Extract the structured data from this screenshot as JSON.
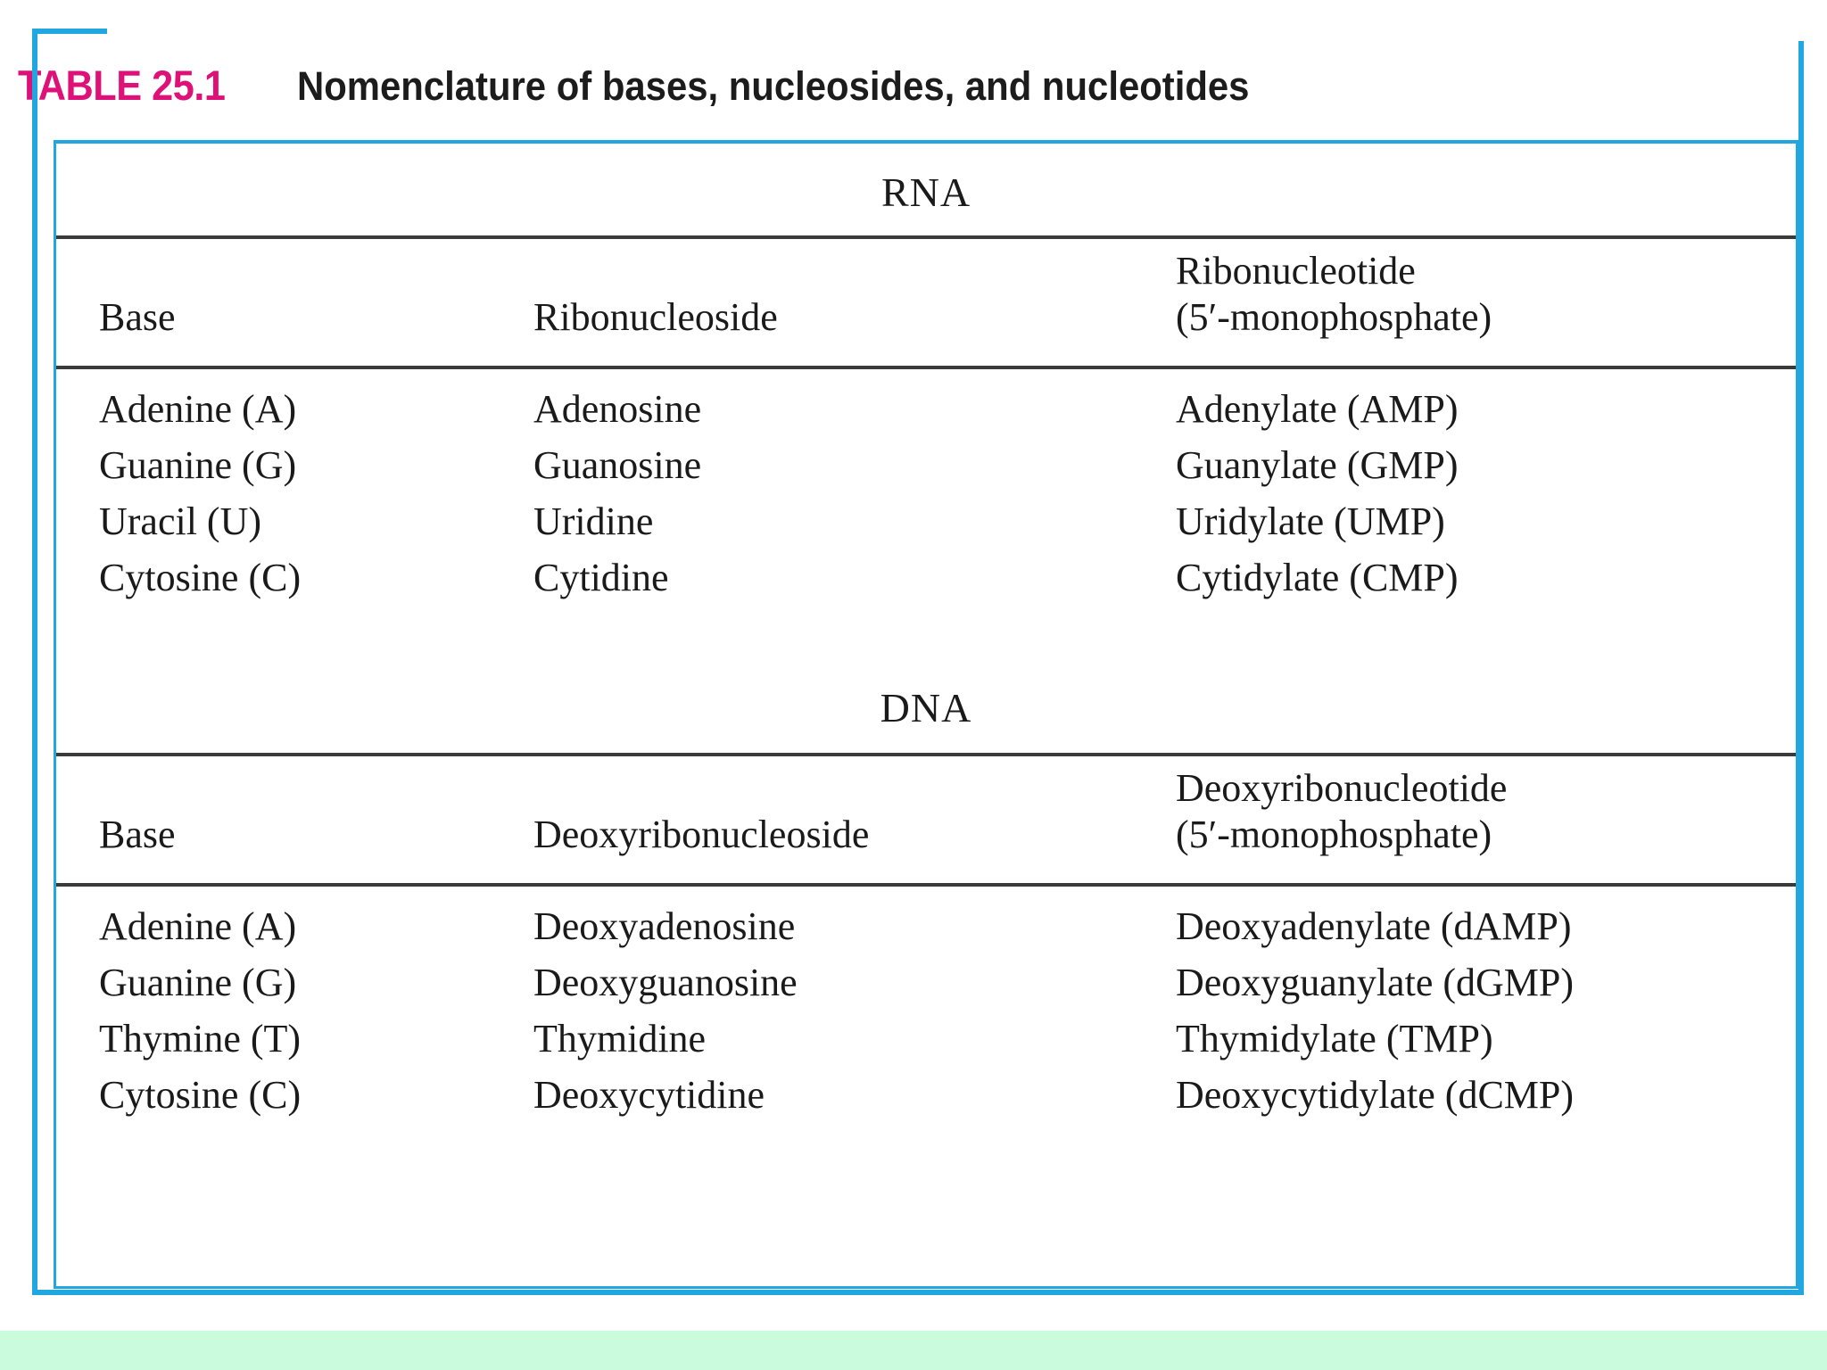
{
  "caption": {
    "label": "TABLE 25.1",
    "title": "Nomenclature of bases, nucleosides, and nucleotides"
  },
  "colors": {
    "label_pink": "#DD1177",
    "frame_blue": "#21A7E0",
    "rule_dark": "#3a3a3a",
    "text_black": "#1a1a1a",
    "footer_mint": "#CBFBDD"
  },
  "sections": [
    {
      "name": "RNA",
      "headers": {
        "base": "Base",
        "nucleoside": "Ribonucleoside",
        "nucleotide_line1": "Ribonucleotide",
        "nucleotide_line2": "(5′-monophosphate)"
      },
      "rows": [
        {
          "base": "Adenine (A)",
          "nucleoside": "Adenosine",
          "nucleotide": "Adenylate (AMP)"
        },
        {
          "base": "Guanine (G)",
          "nucleoside": "Guanosine",
          "nucleotide": "Guanylate (GMP)"
        },
        {
          "base": "Uracil (U)",
          "nucleoside": "Uridine",
          "nucleotide": "Uridylate (UMP)"
        },
        {
          "base": "Cytosine (C)",
          "nucleoside": "Cytidine",
          "nucleotide": "Cytidylate (CMP)"
        }
      ]
    },
    {
      "name": "DNA",
      "headers": {
        "base": "Base",
        "nucleoside": "Deoxyribonucleoside",
        "nucleotide_line1": "Deoxyribonucleotide",
        "nucleotide_line2": "(5′-monophosphate)"
      },
      "rows": [
        {
          "base": "Adenine (A)",
          "nucleoside": "Deoxyadenosine",
          "nucleotide": "Deoxyadenylate (dAMP)"
        },
        {
          "base": "Guanine (G)",
          "nucleoside": "Deoxyguanosine",
          "nucleotide": "Deoxyguanylate (dGMP)"
        },
        {
          "base": "Thymine (T)",
          "nucleoside": "Thymidine",
          "nucleotide": "Thymidylate (TMP)"
        },
        {
          "base": "Cytosine (C)",
          "nucleoside": "Deoxycytidine",
          "nucleotide": "Deoxycytidylate (dCMP)"
        }
      ]
    }
  ]
}
